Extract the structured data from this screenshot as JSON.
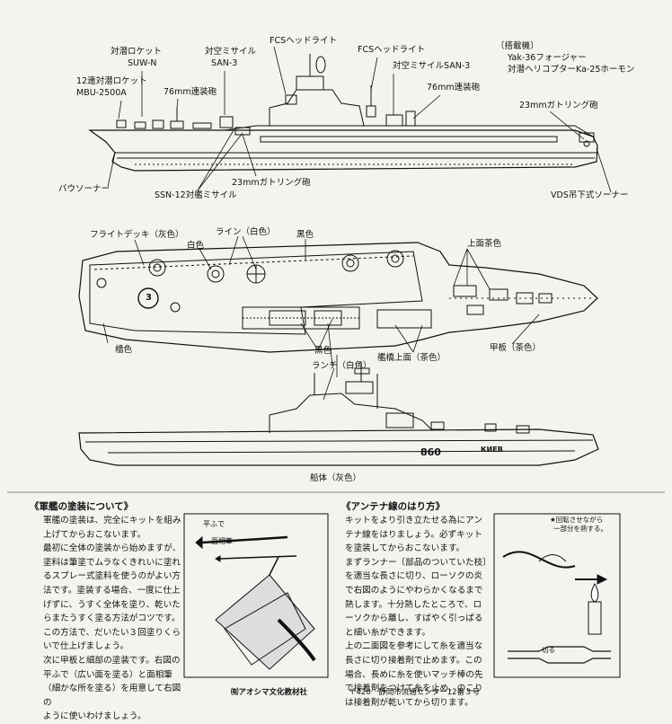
{
  "top": {
    "asw_rocket": "対潜ロケット",
    "suw_n": "SUW-N",
    "aa_missile1": "対空ミサイル",
    "san3": "SAN-3",
    "fcs1": "FCSヘッドライト",
    "fcs2": "FCSヘッドライト",
    "aa_missile2": "対空ミサイルSAN-3",
    "rocket12": "12連対潜ロケット",
    "mbu": "MBU-2500A",
    "gun76a": "76mm連装砲",
    "gun76b": "76mm連装砲",
    "aircraft_title": "〔搭載機〕",
    "aircraft1": "Yak-36フォージャー",
    "aircraft2": "対潜ヘリコプターKa-25ホーモン",
    "gatling_a": "23mmガトリング砲",
    "gatling_b": "23mmガトリング砲",
    "bow_sonar": "バウソーナー",
    "ssn12": "SSN-12対艦ミサイル",
    "vds": "VDS吊下式ソーナー"
  },
  "plan": {
    "flight_deck": "フライトデッキ（灰色）",
    "line_white": "ライン（白色）",
    "black": "黒色",
    "white": "白色",
    "top_tea": "上面茶色",
    "wood": "檣色",
    "launch": "ランチ（白色）",
    "black2": "黒色",
    "bridge_top": "艦橋上面（茶色）",
    "deck_tea": "甲板（茶色）",
    "deck_number": "3"
  },
  "side": {
    "hull_label": "船体（灰色）",
    "hull_number": "860",
    "ship_name": "КИЕВ"
  },
  "painting": {
    "title": "《軍艦の塗装について》",
    "lines": [
      "軍艦の塗装は、完全にキットを組み",
      "上げてからおこないます。",
      "最初に全体の塗装から始めますが、",
      "塗料は筆塗でムラなくきれいに塗れ",
      "るスプレー式塗料を使うのがよい方",
      "法です。塗装する場合、一度に仕上",
      "げずに、うすく全体を塗り、乾いた",
      "らまたうすく塗る方法がコツです。",
      "この方法で、だいたい３回塗りくら",
      "いで仕上げましょう。",
      "次に甲板と細部の塗装です。右図の",
      "平ふで（広い面を塗る）と面相筆",
      "（細かな所を塗る）を用意して右図の",
      "ように使いわけましょう。"
    ],
    "brush_flat": "平ふで",
    "brush_fine": "面相筆"
  },
  "antenna": {
    "title": "《アンテナ線のはり方》",
    "lines": [
      "キットをより引き立たせる為にアン",
      "テナ線をはりましょう。必ずキット",
      "を塗装してからおこないます。",
      "まずランナー〔部品のついていた枝〕",
      "を適当な長さに切り、ローソクの炎",
      "で右図のようにやわらかくなるまで",
      "熱します。十分熱したところで、ロ",
      "ーソクから離し、すばやく引っぱる",
      "と細い糸ができます。",
      "上の二面図を参考にして糸を適当な",
      "長さに切り接着剤で止めます。この",
      "場合、長めに糸を使いマッチ棒の先",
      "で接着剤をつけて糸を止め、のこり",
      "は接着剤が乾いてから切ります。"
    ],
    "rotate_note1": "★回転させながら",
    "rotate_note2": "一部分を熱する。",
    "cut_label": "切る"
  },
  "footer": {
    "company": "㈲アオシマ文化教材社",
    "address": "〒420　静岡市流通センター12番３号"
  }
}
